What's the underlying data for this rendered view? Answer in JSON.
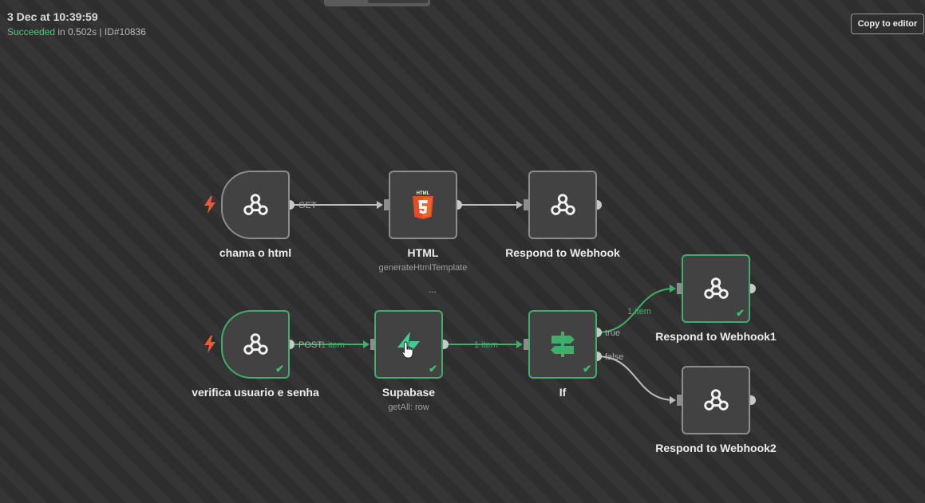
{
  "execution": {
    "title": "3 Dec at 10:39:59",
    "status": "Succeeded",
    "status_details": " in 0.502s | ID#10836"
  },
  "toolbar": {
    "copy_label": "Copy to editor"
  },
  "colors": {
    "success": "#3fae6a",
    "trigger": "#e9573f",
    "edge": "#bdbdbd",
    "node_bg": "#424242"
  },
  "edges": [
    {
      "from": "chama o html",
      "to": "HTML",
      "label": "GET"
    },
    {
      "from": "HTML",
      "to": "Respond to Webhook",
      "label": ""
    },
    {
      "from": "verifica usuario e senha",
      "to": "Supabase",
      "label": "POST",
      "items": "1 item"
    },
    {
      "from": "Supabase",
      "to": "If",
      "items": "1 item"
    },
    {
      "from": "If",
      "to": "Respond to Webhook1",
      "label": "true",
      "items": "1 item"
    },
    {
      "from": "If",
      "to": "Respond to Webhook2",
      "label": "false"
    }
  ],
  "nodes": {
    "chama": {
      "label": "chama o html",
      "icon": "webhook-icon"
    },
    "html": {
      "label": "HTML",
      "sub": "generateHtmlTemplate",
      "icon": "html5-icon",
      "badge": "HTML"
    },
    "respond": {
      "label": "Respond to Webhook",
      "icon": "webhook-icon"
    },
    "verifica": {
      "label": "verifica usuario e senha",
      "icon": "webhook-icon"
    },
    "supabase": {
      "label": "Supabase",
      "sub": "getAll: row",
      "icon": "supabase-icon"
    },
    "ifnode": {
      "label": "If",
      "icon": "signpost-icon"
    },
    "respond1": {
      "label": "Respond to Webhook1",
      "icon": "webhook-icon"
    },
    "respond2": {
      "label": "Respond to Webhook2",
      "icon": "webhook-icon"
    }
  },
  "canvas": {
    "more_marker": "..."
  }
}
